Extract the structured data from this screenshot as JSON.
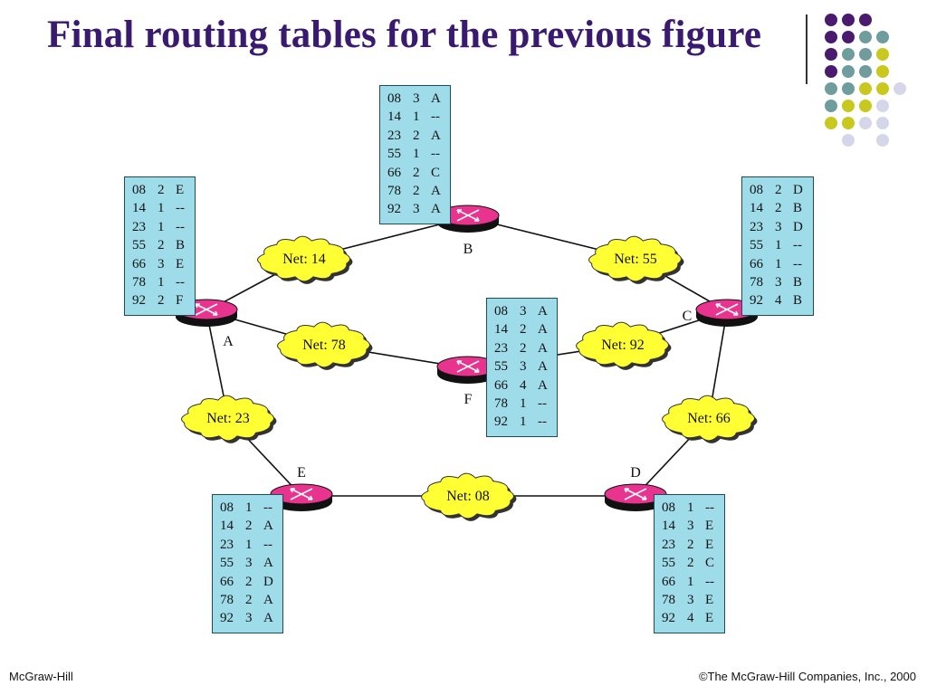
{
  "slide": {
    "title": "Final routing tables for the previous figure",
    "footer_left": "McGraw-Hill",
    "footer_right": "©The McGraw-Hill Companies, Inc., 2000"
  },
  "colors": {
    "title": "#3a1a6e",
    "table_bg": "#9fdcea",
    "cloud": "#ffff33",
    "router": "#e8338f",
    "dot_purple": "#4a1a6e",
    "dot_teal": "#6f9c9c",
    "dot_olive": "#c8c81e",
    "dot_lavender": "#d6d6ea"
  },
  "routers": [
    {
      "id": "A",
      "label": "A"
    },
    {
      "id": "B",
      "label": "B"
    },
    {
      "id": "C",
      "label": "C"
    },
    {
      "id": "D",
      "label": "D"
    },
    {
      "id": "E",
      "label": "E"
    },
    {
      "id": "F",
      "label": "F"
    }
  ],
  "networks": [
    {
      "id": "net14",
      "label": "Net: 14"
    },
    {
      "id": "net55",
      "label": "Net: 55"
    },
    {
      "id": "net78",
      "label": "Net: 78"
    },
    {
      "id": "net92",
      "label": "Net: 92"
    },
    {
      "id": "net23",
      "label": "Net: 23"
    },
    {
      "id": "net66",
      "label": "Net: 66"
    },
    {
      "id": "net08",
      "label": "Net: 08"
    }
  ],
  "links": [
    [
      "A",
      "net14"
    ],
    [
      "net14",
      "B"
    ],
    [
      "B",
      "net55"
    ],
    [
      "net55",
      "C"
    ],
    [
      "A",
      "net78"
    ],
    [
      "net78",
      "F"
    ],
    [
      "F",
      "net92"
    ],
    [
      "net92",
      "C"
    ],
    [
      "A",
      "net23"
    ],
    [
      "net23",
      "E"
    ],
    [
      "E",
      "net08"
    ],
    [
      "net08",
      "D"
    ],
    [
      "D",
      "net66"
    ],
    [
      "net66",
      "C"
    ]
  ],
  "tables": {
    "A": [
      [
        "08",
        "2",
        "E"
      ],
      [
        "14",
        "1",
        "--"
      ],
      [
        "23",
        "1",
        "--"
      ],
      [
        "55",
        "2",
        "B"
      ],
      [
        "66",
        "3",
        "E"
      ],
      [
        "78",
        "1",
        "--"
      ],
      [
        "92",
        "2",
        "F"
      ]
    ],
    "B": [
      [
        "08",
        "3",
        "A"
      ],
      [
        "14",
        "1",
        "--"
      ],
      [
        "23",
        "2",
        "A"
      ],
      [
        "55",
        "1",
        "--"
      ],
      [
        "66",
        "2",
        "C"
      ],
      [
        "78",
        "2",
        "A"
      ],
      [
        "92",
        "3",
        "A"
      ]
    ],
    "C": [
      [
        "08",
        "2",
        "D"
      ],
      [
        "14",
        "2",
        "B"
      ],
      [
        "23",
        "3",
        "D"
      ],
      [
        "55",
        "1",
        "--"
      ],
      [
        "66",
        "1",
        "--"
      ],
      [
        "78",
        "3",
        "B"
      ],
      [
        "92",
        "4",
        "B"
      ]
    ],
    "D": [
      [
        "08",
        "1",
        "--"
      ],
      [
        "14",
        "3",
        "E"
      ],
      [
        "23",
        "2",
        "E"
      ],
      [
        "55",
        "2",
        "C"
      ],
      [
        "66",
        "1",
        "--"
      ],
      [
        "78",
        "3",
        "E"
      ],
      [
        "92",
        "4",
        "E"
      ]
    ],
    "E": [
      [
        "08",
        "1",
        "--"
      ],
      [
        "14",
        "2",
        "A"
      ],
      [
        "23",
        "1",
        "--"
      ],
      [
        "55",
        "3",
        "A"
      ],
      [
        "66",
        "2",
        "D"
      ],
      [
        "78",
        "2",
        "A"
      ],
      [
        "92",
        "3",
        "A"
      ]
    ],
    "F": [
      [
        "08",
        "3",
        "A"
      ],
      [
        "14",
        "2",
        "A"
      ],
      [
        "23",
        "2",
        "A"
      ],
      [
        "55",
        "3",
        "A"
      ],
      [
        "66",
        "4",
        "A"
      ],
      [
        "78",
        "1",
        "--"
      ],
      [
        "92",
        "1",
        "--"
      ]
    ]
  }
}
